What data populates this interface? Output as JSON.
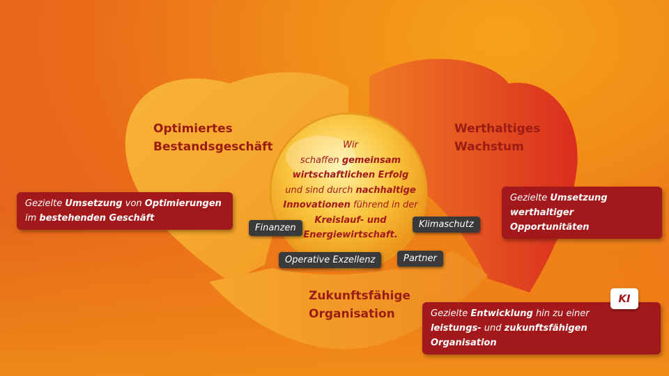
{
  "segments": {
    "top_left": {
      "title_line1": "Optimiertes",
      "title_line2": "Bestandsgeschäft"
    },
    "top_right": {
      "title_line1": "Werthaltiges",
      "title_line2": "Wachstum"
    },
    "bottom": {
      "title_line1": "Zukunftsfähige",
      "title_line2": "Organisation"
    }
  },
  "center": {
    "l1": "Wir",
    "l2a": "schaffen ",
    "l2b": "gemeinsam",
    "l3": "wirtschaftlichen Erfolg",
    "l4a": "und sind durch ",
    "l4b": "nachhaltige",
    "l5a": "Innovationen",
    " l5b": " führend in der",
    "l6": "Kreislauf- und",
    "l7": "Energiewirtschaft."
  },
  "tags": [
    "Finanzen",
    "Klimaschutz",
    "Operative Exzellenz",
    "Partner"
  ],
  "boxes": {
    "left": {
      "a": "Gezielte ",
      "b": "Umsetzung",
      "c": " von ",
      "d": "Optimierungen",
      "e": "im ",
      "f": "bestehenden Geschäft"
    },
    "right": {
      "a": "Gezielte ",
      "b": "Umsetzung",
      "c": "werthaltiger Opportunitäten"
    },
    "bottom": {
      "a": "Gezielte ",
      "b": "Entwicklung",
      "c": " hin zu einer",
      "d": "leistungs-",
      "e": " und ",
      "f": "zukunftsfähigen Organisation"
    }
  },
  "ki_badge": "KI",
  "colors": {
    "dark_red": "#a3191b",
    "tag_gray": "#3a3a3c",
    "orange": "#f08a18"
  }
}
